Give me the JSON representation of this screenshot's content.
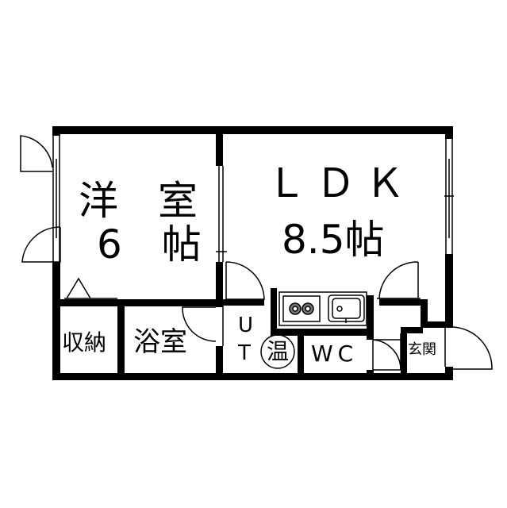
{
  "floor_plan": {
    "rooms": {
      "western_room": {
        "name": "洋　室",
        "size": "6　帖"
      },
      "ldk": {
        "name": "ＬＤＫ",
        "size": "8.5帖"
      },
      "storage": {
        "name": "収納"
      },
      "bathroom": {
        "name": "浴室"
      },
      "utility": {
        "line1": "U",
        "line2": "T"
      },
      "water_heater": {
        "name": "温"
      },
      "toilet": {
        "name": "WC"
      },
      "entrance": {
        "name": "玄関"
      }
    },
    "colors": {
      "wall": "#000000",
      "background": "#ffffff",
      "fixture": "#555555"
    }
  }
}
